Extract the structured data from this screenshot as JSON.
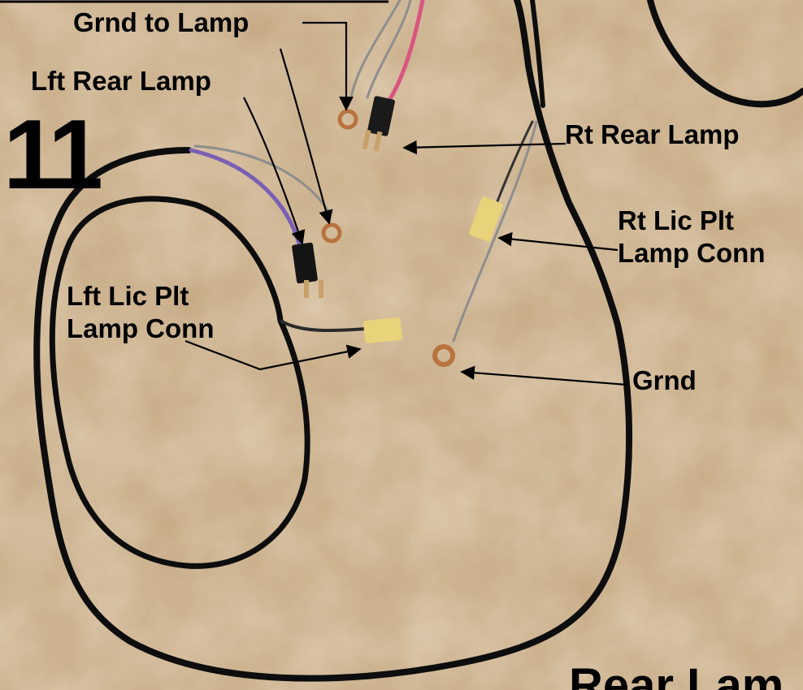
{
  "slide": {
    "number": "11",
    "title": "Rear Lam"
  },
  "labels": {
    "ground_to_lamp": "Grnd to Lamp",
    "left_rear_lamp": "Lft Rear Lamp",
    "right_rear_lamp": "Rt Rear Lamp",
    "right_license_plate_line1": "Rt Lic Plt",
    "right_license_plate_line2": "Lamp Conn",
    "left_license_plate_line1": "Lft Lic Plt",
    "left_license_plate_line2": "Lamp Conn",
    "ground": "Grnd"
  },
  "colors": {
    "carpet": "#c9ae88",
    "harness": "#101010",
    "wire_pink": "#d9567f",
    "wire_purple": "#7b5fb5",
    "wire_gray": "#8e8e8e",
    "connector_yellow": "#e8d27a",
    "terminal_copper": "#b8733f"
  }
}
